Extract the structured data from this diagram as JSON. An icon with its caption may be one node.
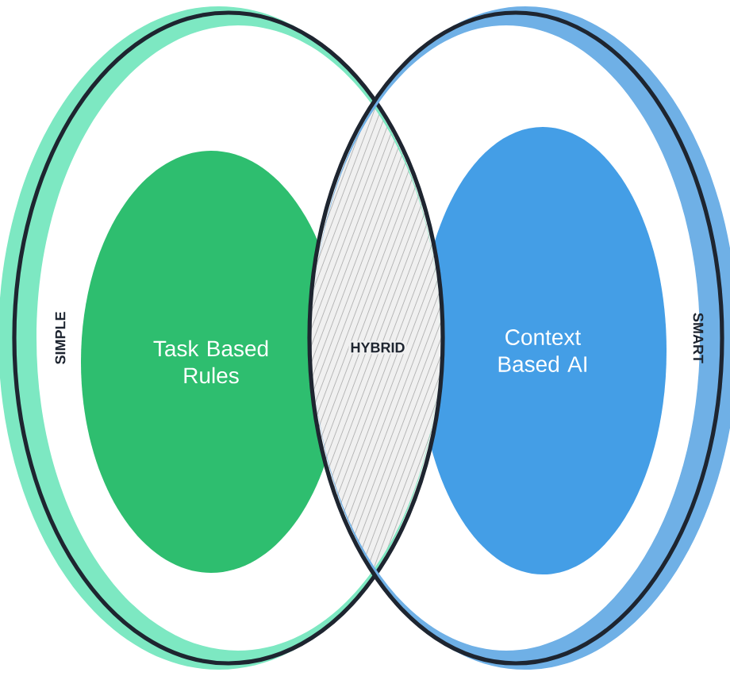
{
  "diagram": {
    "nodes": [
      {
        "text": [
          "SIMPLE"
        ]
      },
      {
        "text": [
          "Task Based Rules"
        ],
        "in": 0
      },
      {
        "text": [
          "SMART"
        ]
      },
      {
        "text": [
          "Context Based AI"
        ],
        "in": 2
      },
      {
        "text": [
          "HYBRID"
        ]
      }
    ]
  }
}
